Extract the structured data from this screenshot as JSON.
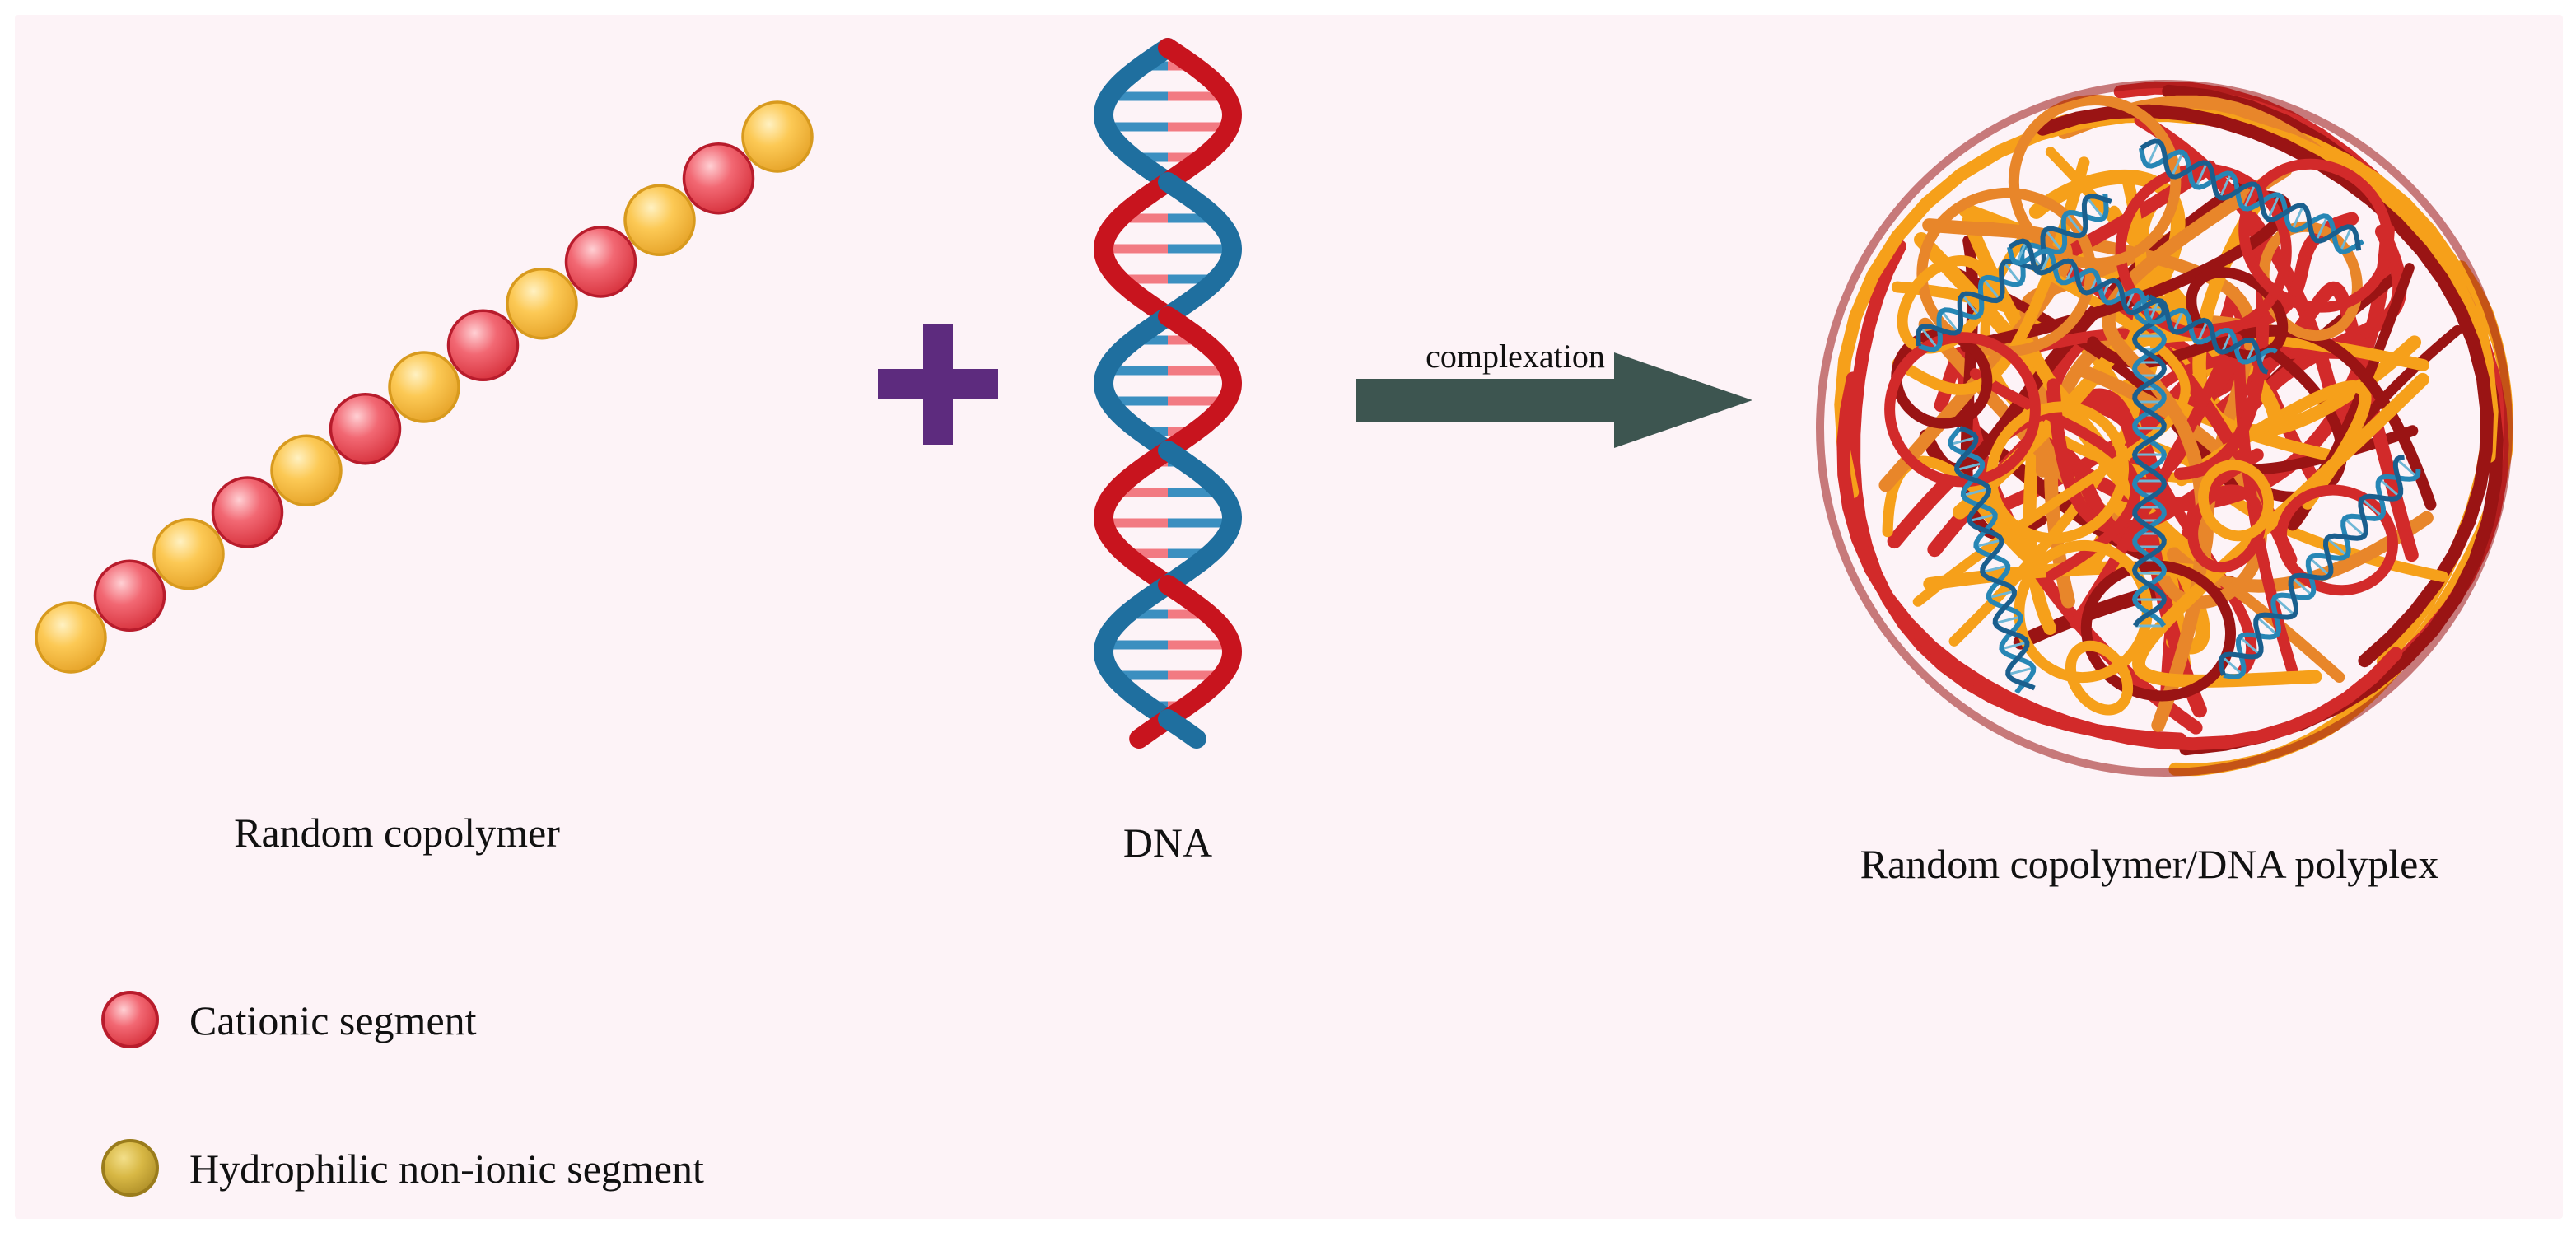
{
  "diagram": {
    "panels": {
      "copolymer": {
        "label": "Random copolymer"
      },
      "dna": {
        "label": "DNA"
      },
      "polyplex": {
        "label": "Random copolymer/DNA polyplex"
      }
    },
    "operator": {
      "symbol": "+"
    },
    "arrow": {
      "label": "complexation"
    },
    "legend": [
      {
        "label": "Cationic segment",
        "color": "#ef5a66"
      },
      {
        "label": "Hydrophilic non-ionic segment",
        "color": "#d9b845"
      }
    ]
  },
  "colors": {
    "background": "#fdf3f7",
    "cationic_bead": "#f0606c",
    "cationic_stroke": "#b81c2c",
    "nonionic_bead": "#fbc85a",
    "nonionic_stroke": "#d89a1e",
    "dna_red": "#c8141e",
    "dna_blue": "#1f6f9f",
    "dna_rung_red": "#f27a82",
    "dna_rung_blue": "#3b8fc0",
    "plus": "#5d2b7e",
    "arrow": "#3d5550",
    "polyplex_orange": "#f6a01a",
    "polyplex_red": "#d22a2a",
    "polyplex_darkred": "#9a1414",
    "polyplex_blue": "#2786b5"
  }
}
